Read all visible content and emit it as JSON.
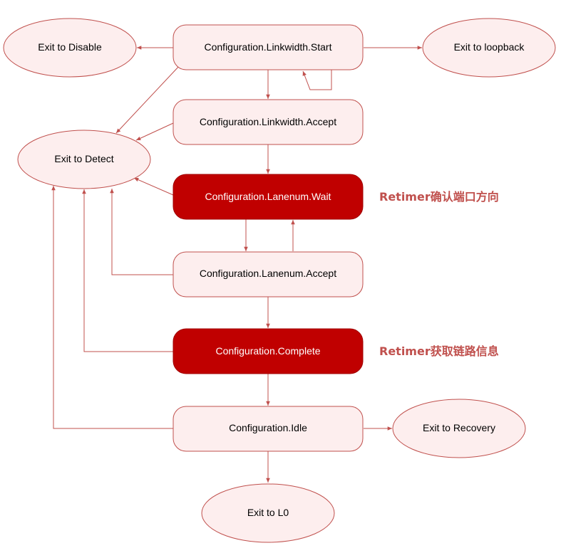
{
  "diagram": {
    "nodes": {
      "linkwidth_start": "Configuration.Linkwidth.Start",
      "linkwidth_accept": "Configuration.Linkwidth.Accept",
      "lanenum_wait": "Configuration.Lanenum.Wait",
      "lanenum_accept": "Configuration.Lanenum.Accept",
      "complete": "Configuration.Complete",
      "idle": "Configuration.Idle",
      "exit_disable": "Exit to Disable",
      "exit_loopback": "Exit to loopback",
      "exit_detect": "Exit to Detect",
      "exit_recovery": "Exit to Recovery",
      "exit_l0": "Exit to L0"
    },
    "annotations": {
      "lanenum_wait_note": "Retimer确认端口方向",
      "complete_note": "Retimer获取链路信息"
    },
    "colors": {
      "edge": "#c0504d",
      "node_fill": "#fdeeee",
      "highlight_fill": "#c00000",
      "annotation": "#c0504d"
    }
  }
}
